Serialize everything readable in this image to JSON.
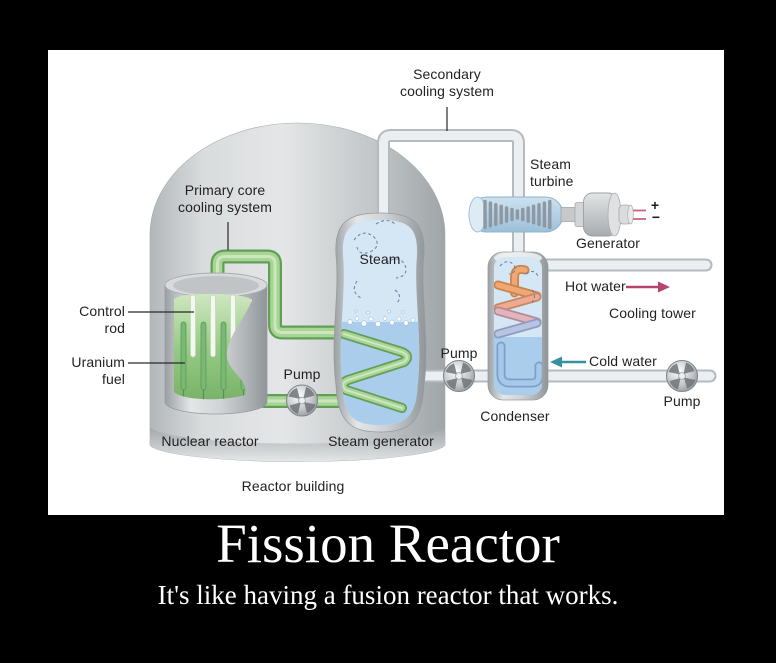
{
  "meme": {
    "title": "Fission Reactor",
    "subtitle": "It's like having a fusion reactor that works."
  },
  "diagram": {
    "labels": {
      "secondary_cooling": "Secondary\ncooling system",
      "primary_core": "Primary core\ncooling system",
      "steam": "Steam",
      "steam_turbine": "Steam\nturbine",
      "generator": "Generator",
      "generator_plus": "+",
      "generator_minus": "−",
      "control_rod": "Control\nrod",
      "uranium_fuel": "Uranium\nfuel",
      "pump_primary": "Pump",
      "pump_feedwater": "Pump",
      "pump_cooling": "Pump",
      "nuclear_reactor": "Nuclear reactor",
      "steam_generator": "Steam generator",
      "reactor_building": "Reactor building",
      "condenser": "Condenser",
      "hot_water": "Hot water",
      "cold_water": "Cold water",
      "cooling_tower": "Cooling tower"
    },
    "colors": {
      "hot_water_arrow": "#b5446e",
      "cold_water_arrow": "#3a8fa0",
      "primary_pipe_green": "#a9d497",
      "steam_blue": "#d5e7f5",
      "water_blue": "#a9cdea",
      "label_text": "#231f20",
      "caption_text": "#ffffff",
      "background": "#000000"
    }
  }
}
